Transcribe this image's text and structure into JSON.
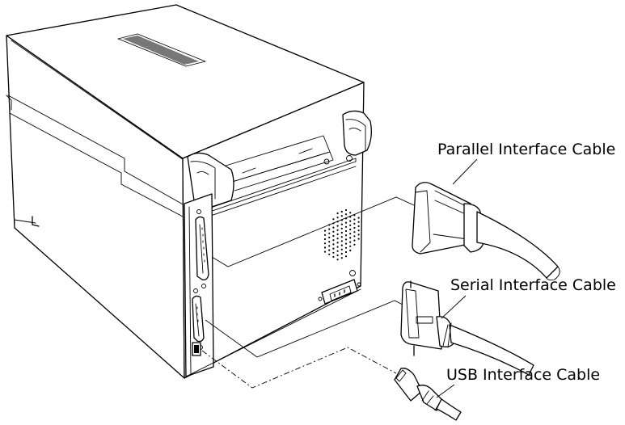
{
  "labels": {
    "parallel": "Parallel Interface Cable",
    "serial": "Serial Interface Cable",
    "usb": "USB Interface Cable"
  },
  "colors": {
    "line": "#000000",
    "background": "#ffffff"
  }
}
